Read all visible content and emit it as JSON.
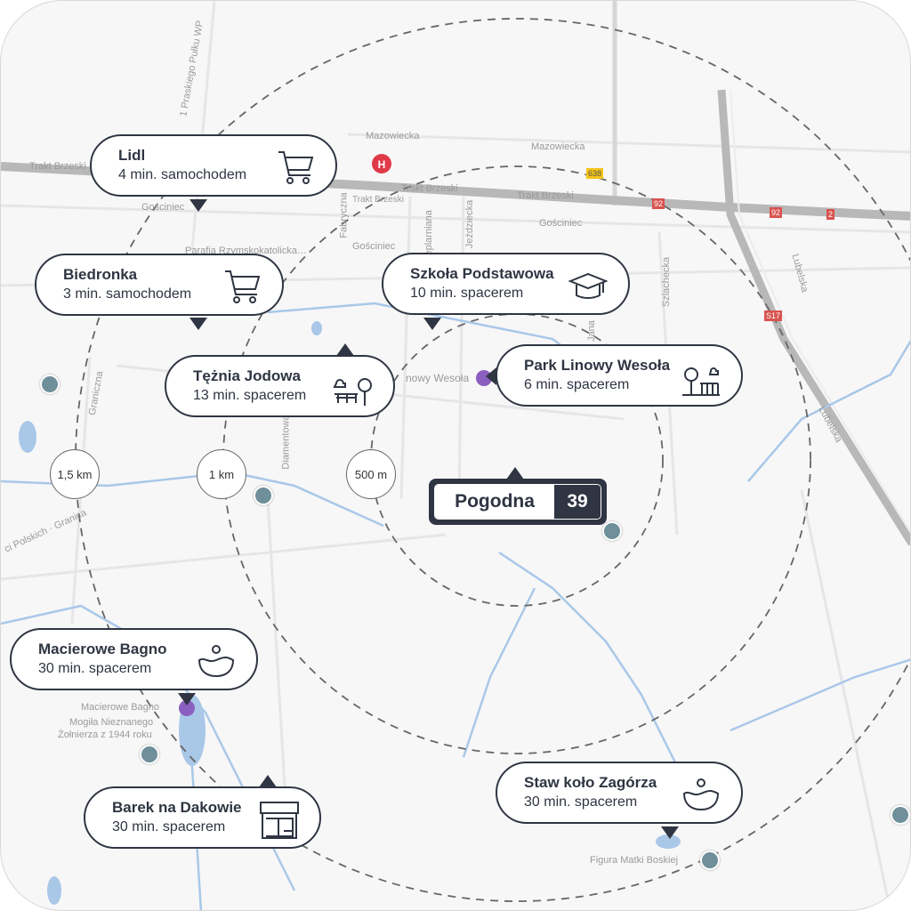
{
  "center": {
    "street": "Pogodna",
    "number": "39"
  },
  "distance_rings": [
    "500 m",
    "1 km",
    "1,5 km"
  ],
  "callouts": [
    {
      "title": "Lidl",
      "time": "4 min. samochodem",
      "icon": "shopping-cart-icon"
    },
    {
      "title": "Biedronka",
      "time": "3 min. samochodem",
      "icon": "shopping-cart-icon"
    },
    {
      "title": "Szkoła Podstawowa",
      "time": "10 min. spacerem",
      "icon": "graduation-cap-icon"
    },
    {
      "title": "Tężnia Jodowa",
      "time": "13 min. spacerem",
      "icon": "park-bench-icon"
    },
    {
      "title": "Park Linowy Wesoła",
      "time": "6 min. spacerem",
      "icon": "park-fence-icon"
    },
    {
      "title": "Macierowe Bagno",
      "time": "30 min. spacerem",
      "icon": "pond-icon"
    },
    {
      "title": "Barek na Dakowie",
      "time": "30 min. spacerem",
      "icon": "shop-icon"
    },
    {
      "title": "Staw koło Zagórza",
      "time": "30 min. spacerem",
      "icon": "pond-icon"
    }
  ],
  "map_labels": {
    "trakt1": "Trakt Brzeski",
    "trakt2": "Trakt Brzeski",
    "trakt3": "Trakt Brzeski",
    "trakt4": "Trakt Brzeski",
    "mazowiecka1": "Mazowiecka",
    "mazowiecka2": "Mazowiecka",
    "gosciniec1": "Gościniec",
    "gosciniec2": "Gościniec",
    "gosciniec3": "Gościniec",
    "pulk": "1 Praskiego Pułku WP",
    "fabryczna": "Fabryczna",
    "cieplarniana": "Cieplarniana",
    "jezdziecka": "Jeździecka",
    "jana": "Jana",
    "szlachecka": "Szlachecka",
    "lubelska1": "Lubelska",
    "lubelska2": "Lubelska",
    "graniczna": "Graniczna",
    "diamentowa": "Diamentowa",
    "parafia": "Parafia Rzymskokatolicka…",
    "park": "nowy Wesoła",
    "bagno": "Macierowe Bagno",
    "mogila1": "Mogiła Nieznanego",
    "mogila2": "Żołnierza z 1944 roku",
    "figura": "Figura Matki Boskiej",
    "granica": "ci Polskich · Granica"
  },
  "road_shields": [
    "638",
    "92",
    "92",
    "2",
    "S17"
  ],
  "colors": {
    "accent": "#2f3542",
    "water": "#a9c8e8",
    "road": "#b5b5b5"
  }
}
